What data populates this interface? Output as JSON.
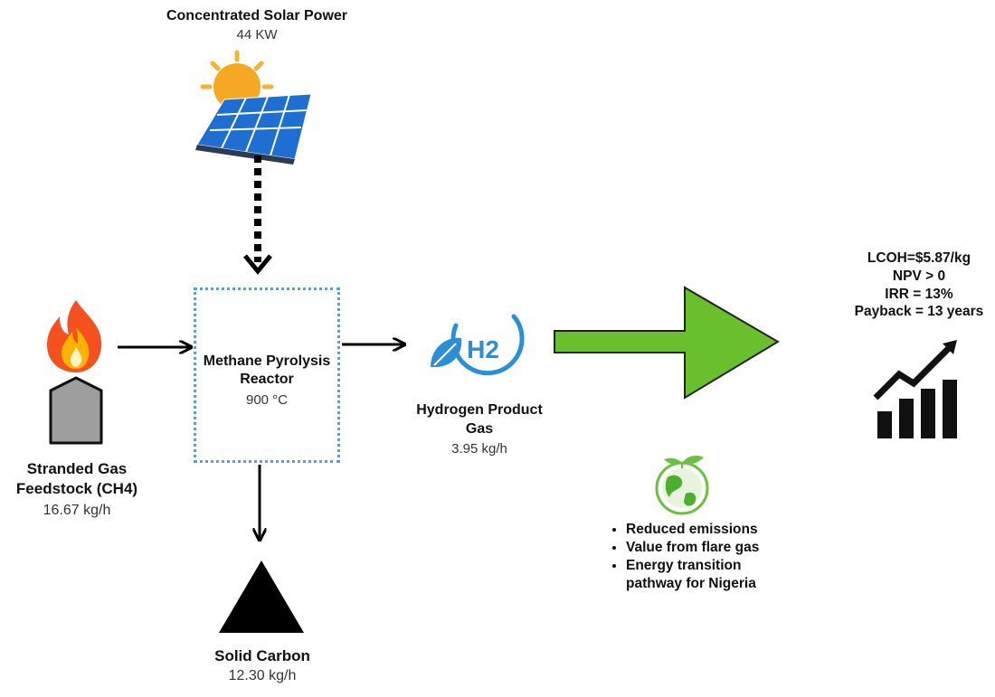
{
  "solar": {
    "title": "Concentrated Solar Power",
    "value": "44 KW"
  },
  "reactor": {
    "title_line1": "Methane Pyrolysis",
    "title_line2": "Reactor",
    "temperature": "900 °C"
  },
  "feedstock": {
    "title_line1": "Stranded Gas",
    "title_line2": "Feedstock (CH4)",
    "value": "16.67 kg/h"
  },
  "hydrogen": {
    "icon_text": "H2",
    "title_line1": "Hydrogen Product",
    "title_line2": "Gas",
    "value": "3.95 kg/h"
  },
  "carbon": {
    "title": "Solid Carbon",
    "value": "12.30 kg/h"
  },
  "economics": [
    "LCOH=$5.87/kg",
    "NPV > 0",
    "IRR = 13%",
    "Payback = 13 years"
  ],
  "benefits": [
    "Reduced emissions",
    "Value from flare gas",
    "Energy transition",
    "pathway for Nigeria"
  ],
  "colors": {
    "reactor_border": "#43a8e8",
    "big_arrow": "#6abf2d",
    "h2_blue": "#2a8fd6",
    "earth_green": "#6cbf3f"
  }
}
